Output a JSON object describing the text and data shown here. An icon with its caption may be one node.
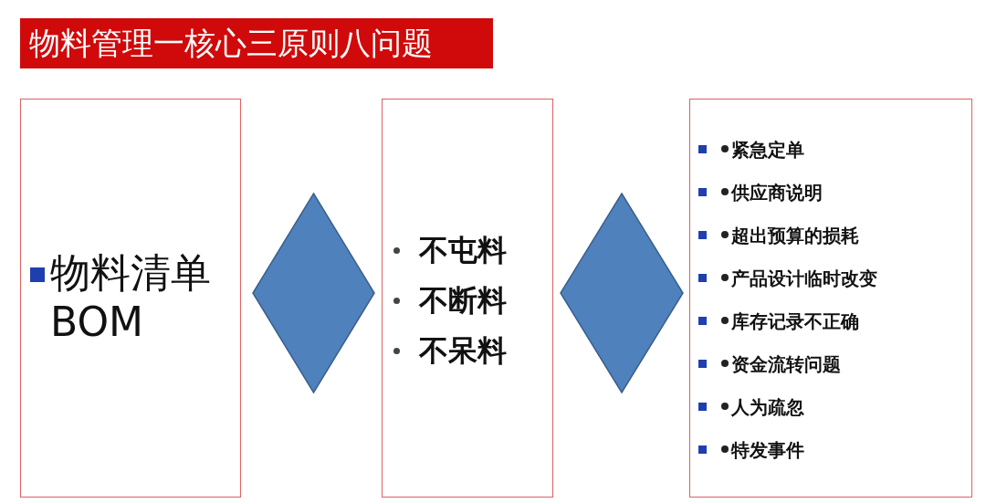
{
  "diagram": {
    "title": "物料管理一核心三原则八问题",
    "nodes": [
      {
        "text": [
          "物料清单 BOM"
        ]
      },
      {
        "text": [],
        "shape": "diamond"
      },
      {
        "text": [
          "不屯料",
          "不断料",
          "不呆料"
        ]
      },
      {
        "text": [],
        "shape": "diamond"
      },
      {
        "text": [
          "紧急定单",
          "供应商说明",
          "超出预算的损耗",
          "产品设计临时改变",
          "库存记录不正确",
          "资金流转问题",
          "人为疏忽",
          "特发事件"
        ]
      }
    ]
  }
}
